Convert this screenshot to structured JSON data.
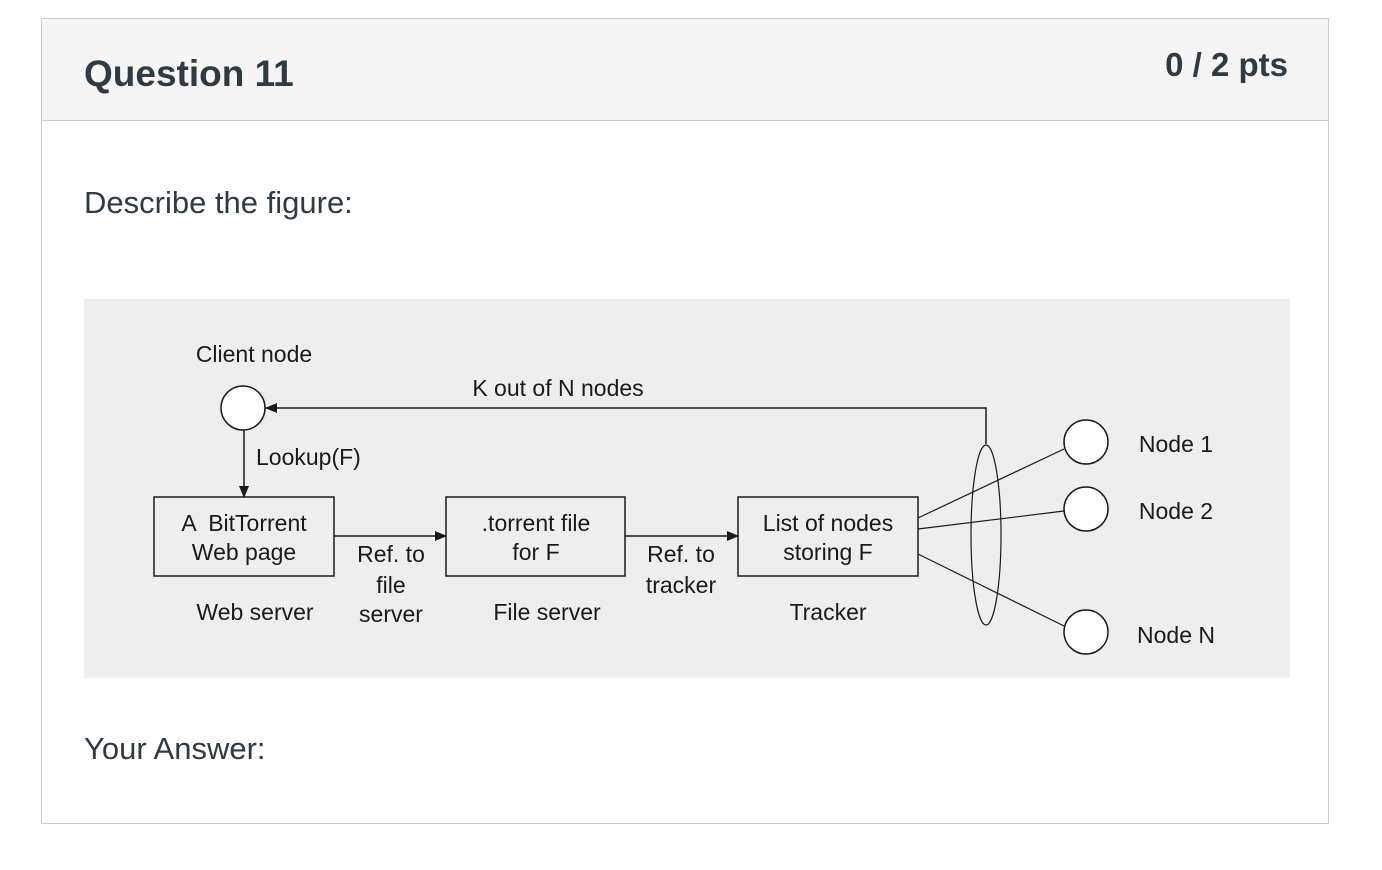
{
  "question": {
    "title": "Question 11",
    "points": "0 / 2 pts",
    "prompt": "Describe the figure:",
    "answer_label": "Your Answer:"
  },
  "figure": {
    "client_label": "Client node",
    "return_label": "K out of N nodes",
    "lookup_label": "Lookup(F)",
    "boxes": [
      {
        "line1": "A  BitTorrent",
        "line2": "Web page",
        "caption": "Web server"
      },
      {
        "line1": ".torrent file",
        "line2": "for F",
        "caption": "File server"
      },
      {
        "line1": "List of nodes",
        "line2": "storing F",
        "caption": "Tracker"
      }
    ],
    "edge1": {
      "line1": "Ref. to",
      "line2": "file",
      "line3": "server"
    },
    "edge2": {
      "line1": "Ref. to",
      "line2": "tracker"
    },
    "nodes": [
      "Node 1",
      "Node 2",
      "Node N"
    ],
    "colors": {
      "background": "#eeeeee",
      "stroke": "#1a1a1a",
      "node_fill": "#ffffff"
    }
  }
}
